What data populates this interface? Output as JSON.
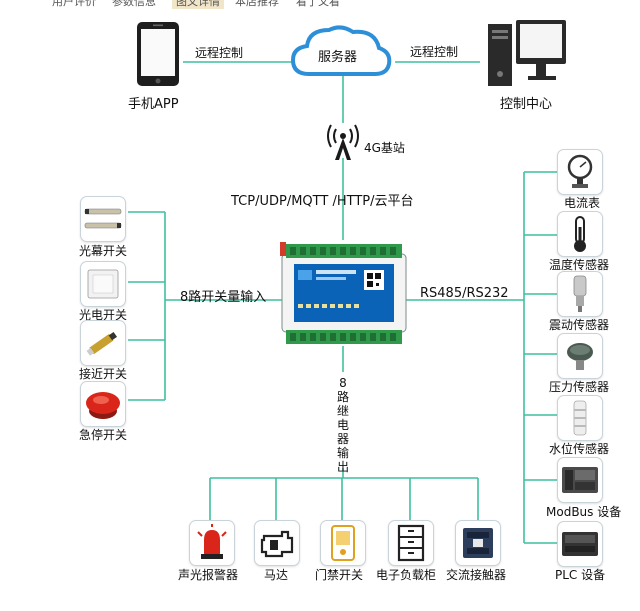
{
  "tabs": [
    {
      "label": "用户评价",
      "active": false
    },
    {
      "label": "参数信息",
      "active": false
    },
    {
      "label": "图文详情",
      "active": true
    },
    {
      "label": "本店推荐",
      "active": false
    },
    {
      "label": "看了又看",
      "active": false
    }
  ],
  "top": {
    "server": "服务器",
    "remote_left": "远程控制",
    "remote_right": "远程控制",
    "phone": "手机APP",
    "control_center": "控制中心",
    "station": "4G基站",
    "protocols": "TCP/UDP/MQTT /HTTP/云平台"
  },
  "left": {
    "title": "8路开关量输入",
    "items": [
      "光幕开关",
      "光电开关",
      "接近开关",
      "急停开关"
    ]
  },
  "right": {
    "title": "RS485/RS232",
    "items": [
      "电流表",
      "温度传感器",
      "震动传感器",
      "压力传感器",
      "水位传感器",
      "ModBus 设备",
      "PLC 设备"
    ]
  },
  "bottom": {
    "title": "8路继电器输出",
    "items": [
      "声光报警器",
      "马达",
      "门禁开关",
      "电子负载柜",
      "交流接触器"
    ]
  },
  "colors": {
    "line": "#3fbf9f",
    "cloud": "#2d8fd8",
    "device_base": "#0b63b8"
  }
}
